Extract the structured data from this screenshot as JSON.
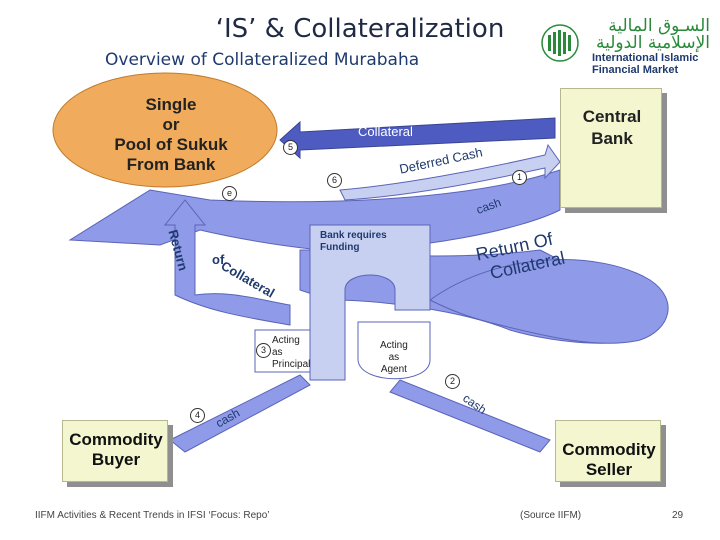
{
  "header": {
    "title": "‘IS’ & Collateralization",
    "subtitle": "Overview of Collateralized Murabaha"
  },
  "logo": {
    "arabic_line1": "السـوق المالية",
    "arabic_line2": "الإسلامية الدولية",
    "english_line1": "International Islamic",
    "english_line2": "Financial Market"
  },
  "nodes": {
    "sukuk_line1": "Single",
    "sukuk_line2": "or",
    "sukuk_line3": "Pool of Sukuk",
    "sukuk_line4": "From Bank",
    "central_bank_line1": "Central",
    "central_bank_line2": "Bank",
    "buyer_line1": "Commodity",
    "buyer_line2": "Buyer",
    "seller_line1": "Commodity",
    "seller_line2": "Seller",
    "bank_requires_line1": "Bank requires",
    "bank_requires_line2": "Funding",
    "principal_line1": "Acting",
    "principal_line2": "as",
    "principal_line3": "Principal",
    "agent_line1": "Acting",
    "agent_line2": "as",
    "agent_line3": "Agent"
  },
  "flows": {
    "collateral": "Collateral",
    "deferred_cash": "Deferred Cash",
    "cash_top": "cash",
    "cash_left": "cash",
    "cash_right": "cash",
    "return_left_1": "Return",
    "return_left_2": "of",
    "return_left_3": "Collateral",
    "return_right_1": "Return Of",
    "return_right_2": "Collateral"
  },
  "steps": {
    "s1": "1",
    "s2": "2",
    "s3": "3",
    "s4": "4",
    "s5": "5",
    "s6": "6",
    "s7": "e"
  },
  "footer": {
    "left": "IIFM Activities & Recent Trends in IFSI ‘Focus: Repo’",
    "source": "(Source IIFM)",
    "page": "29"
  },
  "colors": {
    "arrow_blue": "#8f9ae8",
    "arrow_dark": "#5b64b8",
    "oval_orange": "#f0ac5c",
    "box_fill": "#f3f6cf",
    "logo_green": "#2a8a3a"
  }
}
